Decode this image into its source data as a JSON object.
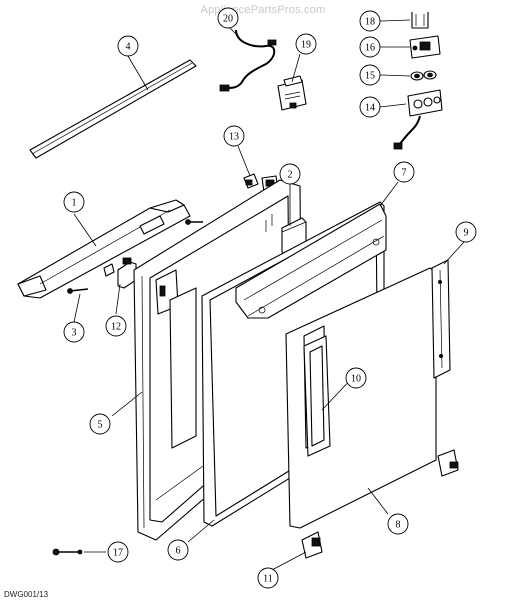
{
  "watermark": "AppliancePartsPros.com",
  "drawing_code": "DWG001/13",
  "callouts": [
    {
      "id": "c1",
      "label": "1"
    },
    {
      "id": "c2",
      "label": "2"
    },
    {
      "id": "c3",
      "label": "3"
    },
    {
      "id": "c4",
      "label": "4"
    },
    {
      "id": "c5",
      "label": "5"
    },
    {
      "id": "c6",
      "label": "6"
    },
    {
      "id": "c7",
      "label": "7"
    },
    {
      "id": "c8",
      "label": "8"
    },
    {
      "id": "c9",
      "label": "9"
    },
    {
      "id": "c10",
      "label": "10"
    },
    {
      "id": "c11",
      "label": "11"
    },
    {
      "id": "c12",
      "label": "12"
    },
    {
      "id": "c13",
      "label": "13"
    },
    {
      "id": "c14",
      "label": "14"
    },
    {
      "id": "c15",
      "label": "15"
    },
    {
      "id": "c16",
      "label": "16"
    },
    {
      "id": "c17",
      "label": "17"
    },
    {
      "id": "c18",
      "label": "18"
    },
    {
      "id": "c19",
      "label": "19"
    },
    {
      "id": "c20",
      "label": "20"
    }
  ]
}
